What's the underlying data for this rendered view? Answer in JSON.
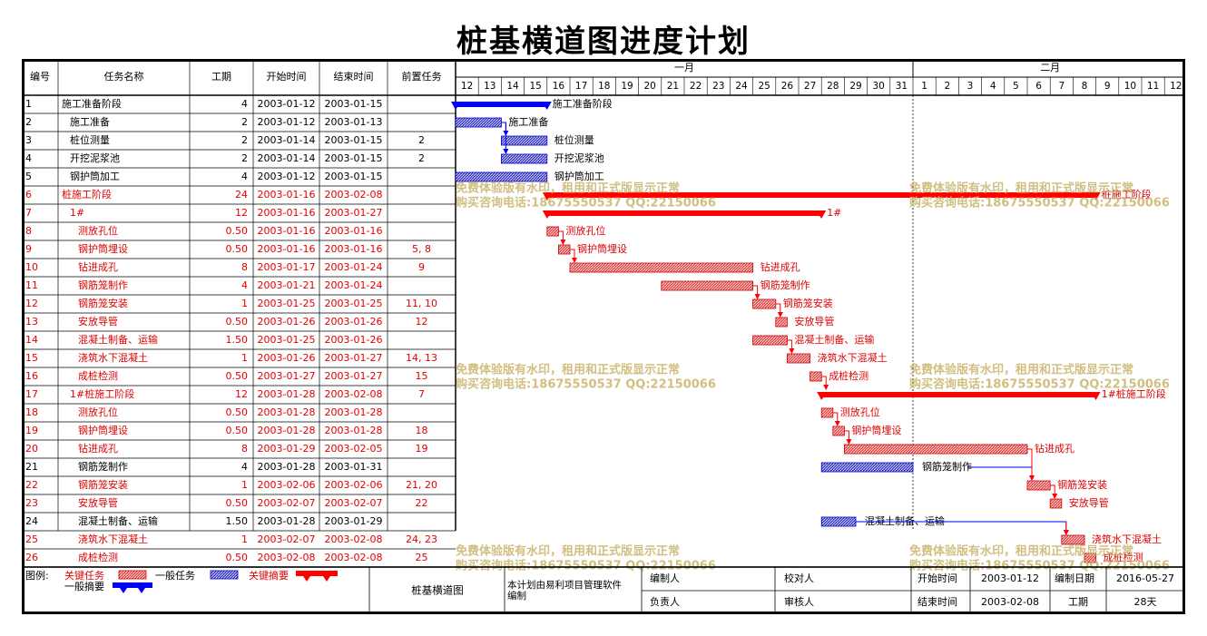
{
  "page_title": "桩基横道图进度计划",
  "columns": [
    "编号",
    "任务名称",
    "工期",
    "开始时间",
    "结束时间",
    "前置任务"
  ],
  "months": [
    "一月",
    "二月"
  ],
  "jan_days": [
    "12",
    "13",
    "14",
    "15",
    "16",
    "17",
    "18",
    "19",
    "20",
    "21",
    "22",
    "23",
    "24",
    "25",
    "26",
    "27",
    "28",
    "29",
    "30",
    "31"
  ],
  "feb_days": [
    "1",
    "2",
    "3",
    "4",
    "5",
    "6",
    "7",
    "8",
    "9",
    "10",
    "11",
    "12"
  ],
  "colors": {
    "critical": "#ff0000",
    "normal": "#0000ff",
    "critical_text": "#e00000",
    "watermark": "#c8b46a"
  },
  "tasks": [
    {
      "id": "1",
      "name": "施工准备阶段",
      "dur": "4",
      "start": "2003-01-12",
      "end": "2003-01-15",
      "pred": "",
      "kind": "summary",
      "crit": false,
      "level": 0,
      "s": 0,
      "e": 4
    },
    {
      "id": "2",
      "name": "施工准备",
      "dur": "2",
      "start": "2003-01-12",
      "end": "2003-01-13",
      "pred": "",
      "kind": "task",
      "crit": false,
      "level": 1,
      "s": 0,
      "e": 2
    },
    {
      "id": "3",
      "name": "桩位测量",
      "dur": "2",
      "start": "2003-01-14",
      "end": "2003-01-15",
      "pred": "2",
      "kind": "task",
      "crit": false,
      "level": 1,
      "s": 2,
      "e": 4
    },
    {
      "id": "4",
      "name": "开挖泥浆池",
      "dur": "2",
      "start": "2003-01-14",
      "end": "2003-01-15",
      "pred": "2",
      "kind": "task",
      "crit": false,
      "level": 1,
      "s": 2,
      "e": 4
    },
    {
      "id": "5",
      "name": "钢护筒加工",
      "dur": "4",
      "start": "2003-01-12",
      "end": "2003-01-15",
      "pred": "",
      "kind": "task",
      "crit": false,
      "level": 1,
      "s": 0,
      "e": 4
    },
    {
      "id": "6",
      "name": "桩施工阶段",
      "dur": "24",
      "start": "2003-01-16",
      "end": "2003-02-08",
      "pred": "",
      "kind": "summary",
      "crit": true,
      "level": 0,
      "s": 4,
      "e": 28
    },
    {
      "id": "7",
      "name": "1#",
      "dur": "12",
      "start": "2003-01-16",
      "end": "2003-01-27",
      "pred": "",
      "kind": "summary",
      "crit": true,
      "level": 1,
      "s": 4,
      "e": 16
    },
    {
      "id": "8",
      "name": "测放孔位",
      "dur": "0.50",
      "start": "2003-01-16",
      "end": "2003-01-16",
      "pred": "",
      "kind": "task",
      "crit": true,
      "level": 2,
      "s": 4,
      "e": 4.5
    },
    {
      "id": "9",
      "name": "钢护筒埋设",
      "dur": "0.50",
      "start": "2003-01-16",
      "end": "2003-01-16",
      "pred": "5, 8",
      "kind": "task",
      "crit": true,
      "level": 2,
      "s": 4.5,
      "e": 5
    },
    {
      "id": "10",
      "name": "钻进成孔",
      "dur": "8",
      "start": "2003-01-17",
      "end": "2003-01-24",
      "pred": "9",
      "kind": "task",
      "crit": true,
      "level": 2,
      "s": 5,
      "e": 13
    },
    {
      "id": "11",
      "name": "钢筋笼制作",
      "dur": "4",
      "start": "2003-01-21",
      "end": "2003-01-24",
      "pred": "",
      "kind": "task",
      "crit": true,
      "level": 2,
      "s": 9,
      "e": 13
    },
    {
      "id": "12",
      "name": "钢筋笼安装",
      "dur": "1",
      "start": "2003-01-25",
      "end": "2003-01-25",
      "pred": "11, 10",
      "kind": "task",
      "crit": true,
      "level": 2,
      "s": 13,
      "e": 14
    },
    {
      "id": "13",
      "name": "安放导管",
      "dur": "0.50",
      "start": "2003-01-26",
      "end": "2003-01-26",
      "pred": "12",
      "kind": "task",
      "crit": true,
      "level": 2,
      "s": 14,
      "e": 14.5
    },
    {
      "id": "14",
      "name": "混凝土制备、运输",
      "dur": "1.50",
      "start": "2003-01-25",
      "end": "2003-01-26",
      "pred": "",
      "kind": "task",
      "crit": true,
      "level": 2,
      "s": 13,
      "e": 14.5
    },
    {
      "id": "15",
      "name": "浇筑水下混凝土",
      "dur": "1",
      "start": "2003-01-26",
      "end": "2003-01-27",
      "pred": "14, 13",
      "kind": "task",
      "crit": true,
      "level": 2,
      "s": 14.5,
      "e": 15.5
    },
    {
      "id": "16",
      "name": "成桩检测",
      "dur": "0.50",
      "start": "2003-01-27",
      "end": "2003-01-27",
      "pred": "15",
      "kind": "task",
      "crit": true,
      "level": 2,
      "s": 15.5,
      "e": 16
    },
    {
      "id": "17",
      "name": "1#桩施工阶段",
      "dur": "12",
      "start": "2003-01-28",
      "end": "2003-02-08",
      "pred": "7",
      "kind": "summary",
      "crit": true,
      "level": 1,
      "s": 16,
      "e": 28
    },
    {
      "id": "18",
      "name": "测放孔位",
      "dur": "0.50",
      "start": "2003-01-28",
      "end": "2003-01-28",
      "pred": "",
      "kind": "task",
      "crit": true,
      "level": 2,
      "s": 16,
      "e": 16.5
    },
    {
      "id": "19",
      "name": "钢护筒埋设",
      "dur": "0.50",
      "start": "2003-01-28",
      "end": "2003-01-28",
      "pred": "18",
      "kind": "task",
      "crit": true,
      "level": 2,
      "s": 16.5,
      "e": 17
    },
    {
      "id": "20",
      "name": "钻进成孔",
      "dur": "8",
      "start": "2003-01-29",
      "end": "2003-02-05",
      "pred": "19",
      "kind": "task",
      "crit": true,
      "level": 2,
      "s": 17,
      "e": 25
    },
    {
      "id": "21",
      "name": "钢筋笼制作",
      "dur": "4",
      "start": "2003-01-28",
      "end": "2003-01-31",
      "pred": "",
      "kind": "task",
      "crit": false,
      "level": 2,
      "s": 16,
      "e": 20
    },
    {
      "id": "22",
      "name": "钢筋笼安装",
      "dur": "1",
      "start": "2003-02-06",
      "end": "2003-02-06",
      "pred": "21, 20",
      "kind": "task",
      "crit": true,
      "level": 2,
      "s": 25,
      "e": 26
    },
    {
      "id": "23",
      "name": "安放导管",
      "dur": "0.50",
      "start": "2003-02-07",
      "end": "2003-02-07",
      "pred": "22",
      "kind": "task",
      "crit": true,
      "level": 2,
      "s": 26,
      "e": 26.5
    },
    {
      "id": "24",
      "name": "混凝土制备、运输",
      "dur": "1.50",
      "start": "2003-01-28",
      "end": "2003-01-29",
      "pred": "",
      "kind": "task",
      "crit": false,
      "level": 2,
      "s": 16,
      "e": 17.5
    },
    {
      "id": "25",
      "name": "浇筑水下混凝土",
      "dur": "1",
      "start": "2003-02-07",
      "end": "2003-02-08",
      "pred": "24, 23",
      "kind": "task",
      "crit": true,
      "level": 2,
      "s": 26.5,
      "e": 27.5
    },
    {
      "id": "26",
      "name": "成桩检测",
      "dur": "0.50",
      "start": "2003-02-08",
      "end": "2003-02-08",
      "pred": "25",
      "kind": "task",
      "crit": true,
      "level": 2,
      "s": 27.5,
      "e": 28
    }
  ],
  "links": [
    [
      2,
      3
    ],
    [
      2,
      4
    ],
    [
      8,
      9
    ],
    [
      9,
      10
    ],
    [
      11,
      12
    ],
    [
      12,
      13
    ],
    [
      14,
      15
    ],
    [
      16,
      17
    ],
    [
      18,
      19
    ],
    [
      19,
      20
    ],
    [
      20,
      22
    ],
    [
      22,
      23
    ],
    [
      24,
      25
    ]
  ],
  "watermark": {
    "line1": "免费体验版有水印，租用和正式版显示正常",
    "line2": "购买咨询电话:18675550537 QQ:22150066"
  },
  "legend": {
    "prefix": "图例:",
    "critical_task": "关键任务",
    "normal_task": "一般任务",
    "critical_summary": "关键摘要",
    "normal_summary": "一般摘要"
  },
  "footer": {
    "chart_name": "桩基横道图",
    "software_note_1": "本计划由易利项目管理软件",
    "software_note_2": "编制",
    "editor": "编制人",
    "checker": "校对人",
    "owner": "负责人",
    "reviewer": "审核人",
    "start_label": "开始时间",
    "start_value": "2003-01-12",
    "compile_date_label": "编制日期",
    "compile_date_value": "2016-05-27",
    "end_label": "结束时间",
    "end_value": "2003-02-08",
    "duration_label": "工期",
    "duration_value": "28天"
  }
}
